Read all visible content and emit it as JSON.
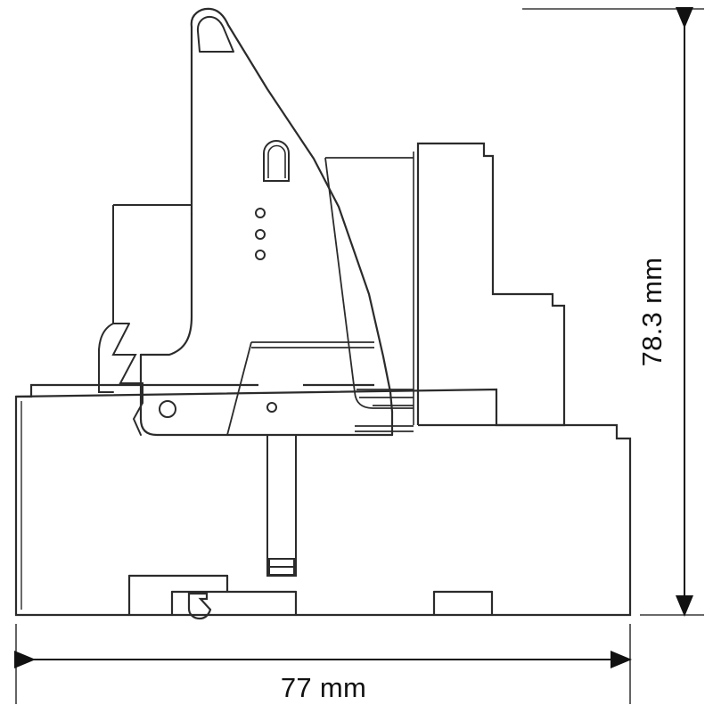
{
  "drawing": {
    "type": "technical-dimension-drawing",
    "subject": "DIN-rail relay module side view",
    "background_color": "#ffffff",
    "line_color": "#2b2b2b",
    "dimension_color": "#111111",
    "dimensions": {
      "height": {
        "label": "78.3 mm",
        "value": 78.3,
        "unit": "mm",
        "orientation": "vertical",
        "position": "right"
      },
      "width": {
        "label": "77 mm",
        "value": 77,
        "unit": "mm",
        "orientation": "horizontal",
        "position": "bottom"
      }
    },
    "features": {
      "led_indicators": 3,
      "arched_slot": 1,
      "pivot_holes": 2,
      "top_hook_tab": 1,
      "din_rail_clip": 1
    }
  }
}
